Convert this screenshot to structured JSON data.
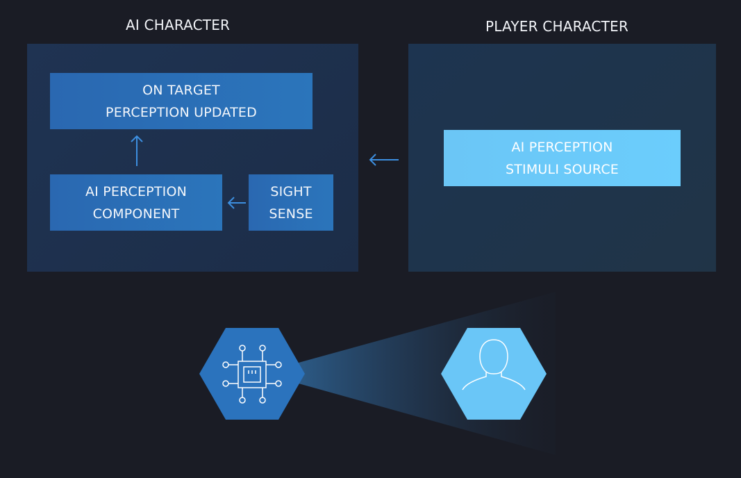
{
  "titles": {
    "ai_character": "AI CHARACTER",
    "player_character": "PLAYER CHARACTER"
  },
  "boxes": {
    "on_target": {
      "line1": "ON TARGET",
      "line2": "PERCEPTION UPDATED"
    },
    "perception_component": {
      "line1": "AI PERCEPTION",
      "line2": "COMPONENT"
    },
    "sight_sense": {
      "line1": "SIGHT",
      "line2": "SENSE"
    },
    "stimuli_source": {
      "line1": "AI PERCEPTION",
      "line2": "STIMULI SOURCE"
    }
  },
  "icons": {
    "ai": "chip-icon",
    "player": "person-icon"
  },
  "colors": {
    "background": "#1a1c25",
    "panel": "#1f3352",
    "box_dark": "#2a6fb6",
    "box_light": "#6bcaf9",
    "arrow": "#3d8fe0",
    "hex_ai": "#2b73bd",
    "hex_player": "#6ac6f7"
  }
}
